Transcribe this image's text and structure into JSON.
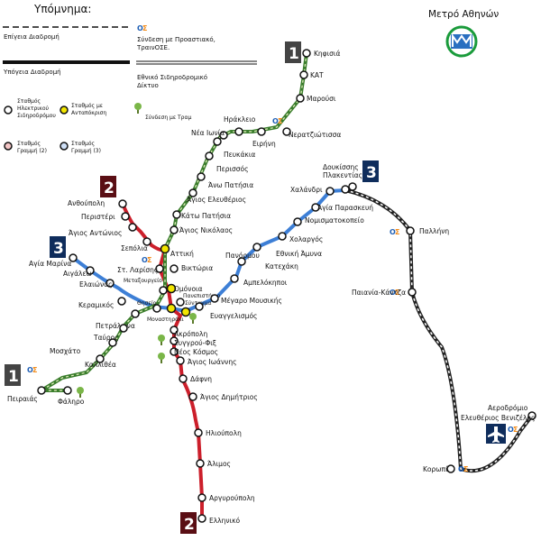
{
  "legend": {
    "title": "Υπόμνημα:",
    "surface_route": "Επίγεια Διαδρομή",
    "underground_route": "Υπόγεια Διαδρομή",
    "suburban_link": [
      "Σύνδεση με Προαστιακό,",
      "ΤραινΟΣΕ."
    ],
    "national_rail": [
      "Εθνικό Σιδηροδρομικό",
      "Δίκτυο"
    ],
    "station_line1": [
      "Σταθμός",
      "Ηλεκτρικού",
      "Σιδηροδρόμου"
    ],
    "interchange": [
      "Σταθμός με",
      "Ανταπόκριση"
    ],
    "tram_link": "Σύνδεση με Τραμ",
    "station_line2": [
      "Σταθμός",
      "Γραμμή (2)"
    ],
    "station_line3": [
      "Σταθμός",
      "Γραμμή (3)"
    ]
  },
  "map_title": "Μετρό Αθηνών",
  "colors": {
    "line1": "#3a7d2c",
    "line2": "#cc1f2b",
    "line3": "#3d7fd6",
    "rail": "#222222",
    "badge_line1": "#444444",
    "badge_line2": "#5a0e14",
    "badge_line3": "#0f2d5c",
    "interchange": "#f2e600",
    "logo": "#1a9b3b"
  },
  "badges": {
    "line1": "1",
    "line2": "2",
    "line3": "3"
  },
  "ose_label": [
    "O",
    "Σ"
  ],
  "stations": {
    "kifisia": "Κηφισιά",
    "kat": "ΚΑΤ",
    "marousi": "Μαρούσι",
    "irakleio": "Ηράκλειο",
    "eirini": "Ειρήνη",
    "neratziotissa": "Νερατζιώτισσα",
    "nea_ionia": "Νέα Ιωνία",
    "pefkakia": "Πευκάκια",
    "perissos": "Περισσός",
    "ano_patisia": "Άνω Πατήσια",
    "agios_eleftherios": "Άγιος Ελευθέριος",
    "kato_patisia": "Κάτω Πατήσια",
    "agios_nikolaos": "Άγιος Νικόλαος",
    "attiki": "Αττική",
    "viktoria": "Βικτώρια",
    "omonoia": "Ομόνοια",
    "monastiraki": "Μοναστηράκι",
    "thiseio": "Θησείο",
    "petralona": "Πετράλωνα",
    "tavros": "Ταύρος",
    "kallithea": "Καλλιθέα",
    "moschato": "Μοσχάτο",
    "faliro": "Φάληρο",
    "peiraias": "Πειραιάς",
    "anthoupoli": "Ανθούπολη",
    "peristeri": "Περιστέρι",
    "agios_antonios": "Άγιος Αντώνιος",
    "sepolia": "Σεπόλια",
    "st_larissis": "Στ. Λαρίσης",
    "metaxourgeio": "Μεταξουργείο",
    "panepistimio": "Πανεπιστήμιο",
    "syntagma": "Σύνταγμα",
    "akropoli": "Ακρόπολη",
    "syngrou_fix": "Συγγρού-Φιξ",
    "neos_kosmos": "Νέος Κόσμος",
    "agios_ioannis": "Άγιος Ιωάννης",
    "dafni": "Δάφνη",
    "agios_dimitrios": "Άγιος Δημήτριος",
    "ilioupoli": "Ηλιούπολη",
    "alimos": "Άλιμος",
    "argyroupoli": "Αργυρούπολη",
    "elliniko": "Ελληνικό",
    "agia_marina": "Αγία Μαρίνα",
    "aigaleo": "Αιγάλεω",
    "elaionas": "Ελαιώνας",
    "kerameikos": "Κεραμικός",
    "evangelismos": "Ευαγγελισμός",
    "megaro_mousikis": "Μέγαρο Μουσικής",
    "ampelokipoi": "Αμπελόκηποι",
    "panormou": "Πανόρμου",
    "katehaki": "Κατεχάκη",
    "ethniki_amyna": "Εθνική Άμυνα",
    "holargos": "Χολαργός",
    "nomismatokopeio": "Νομισματοκοπείο",
    "agia_paraskevi": "Αγία Παρασκευή",
    "halandri": "Χαλάνδρι",
    "doukissis_1": "Δουκίσσης",
    "doukissis_2": "Πλακεντίας",
    "pallini": "Παλλήνη",
    "paiania_kantza": "Παιανία-Κάντζα",
    "koropi": "Κορωπί",
    "aerodromio_1": "Αεροδρόμιο",
    "aerodromio_2": "Ελευθέριος Βενιζέλος"
  }
}
